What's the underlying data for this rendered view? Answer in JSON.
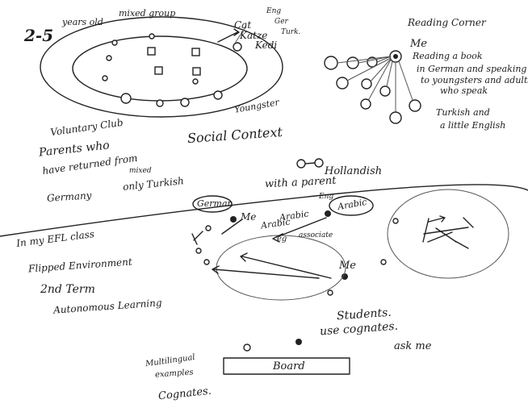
{
  "top_left": {
    "age_range": "2-5",
    "years_old": "years old",
    "mixed_group": "mixed group",
    "cat_words": [
      "Cat",
      "Katze",
      "Kedi"
    ],
    "cat_langs": [
      "Eng",
      "Ger",
      "Turk."
    ],
    "voluntary_club": "Voluntary Club",
    "youngster": "Youngster",
    "parents_line1": "Parents who",
    "parents_line2": "have returned from",
    "parents_line3": "Germany",
    "mixed": "mixed",
    "only_turkish": "only Turkish"
  },
  "top_right": {
    "title": "Reading Corner",
    "me": "Me",
    "note_lines": [
      "Reading a book",
      "in German and speaking",
      "to youngsters and adults",
      "who speak",
      "Turkish and",
      "a little English"
    ]
  },
  "middle": {
    "social_context": "Social Context",
    "hollandish": "Hollandish",
    "with_parent": "with a parent"
  },
  "bottom": {
    "german": "German",
    "arabic_bubble": "Arabic",
    "me_left": "Me",
    "eng": "Eng",
    "arabic_1": "Arabic",
    "arabic_2": "Arabic",
    "eg": "eg",
    "associate": "associate",
    "me_center": "Me",
    "efl_class": "In my EFL class",
    "flipped": "Flipped Environment",
    "second_term": "2nd Term",
    "autonomous": "Autonomous Learning",
    "students": "Students.",
    "use_cognates": "use cognates.",
    "ask_me": "ask me",
    "multilingual_1": "Multilingual",
    "multilingual_2": "examples",
    "cognates": "Cognates.",
    "board": "Board"
  }
}
